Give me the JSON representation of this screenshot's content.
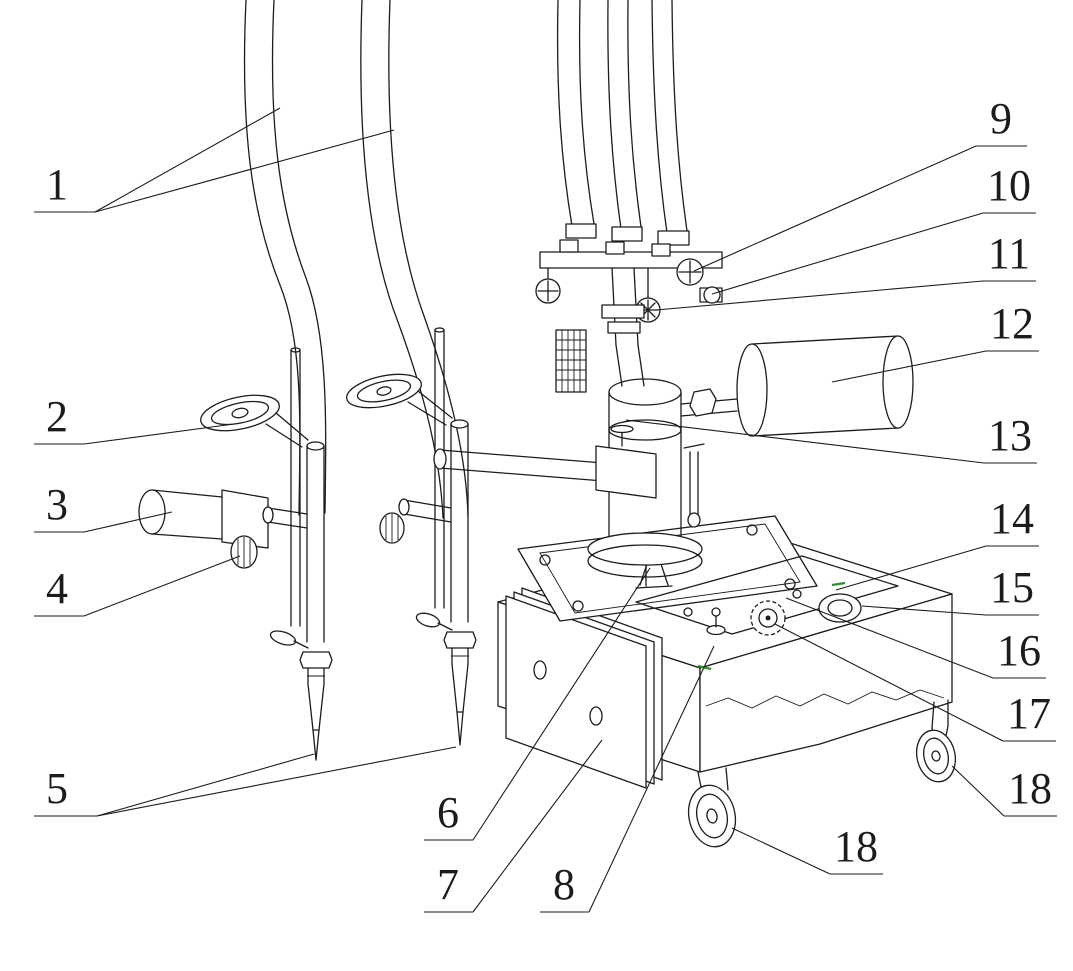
{
  "figure": {
    "background": "#ffffff",
    "line_color": "#1c1c1c",
    "accent_green": "#2f8f2f"
  },
  "callouts": [
    {
      "label": "1"
    },
    {
      "label": "2"
    },
    {
      "label": "3"
    },
    {
      "label": "4"
    },
    {
      "label": "5"
    },
    {
      "label": "6"
    },
    {
      "label": "7"
    },
    {
      "label": "8"
    },
    {
      "label": "9"
    },
    {
      "label": "10"
    },
    {
      "label": "11"
    },
    {
      "label": "12"
    },
    {
      "label": "13"
    },
    {
      "label": "14"
    },
    {
      "label": "15"
    },
    {
      "label": "16"
    },
    {
      "label": "17"
    },
    {
      "label": "18"
    },
    {
      "label": "18"
    }
  ]
}
